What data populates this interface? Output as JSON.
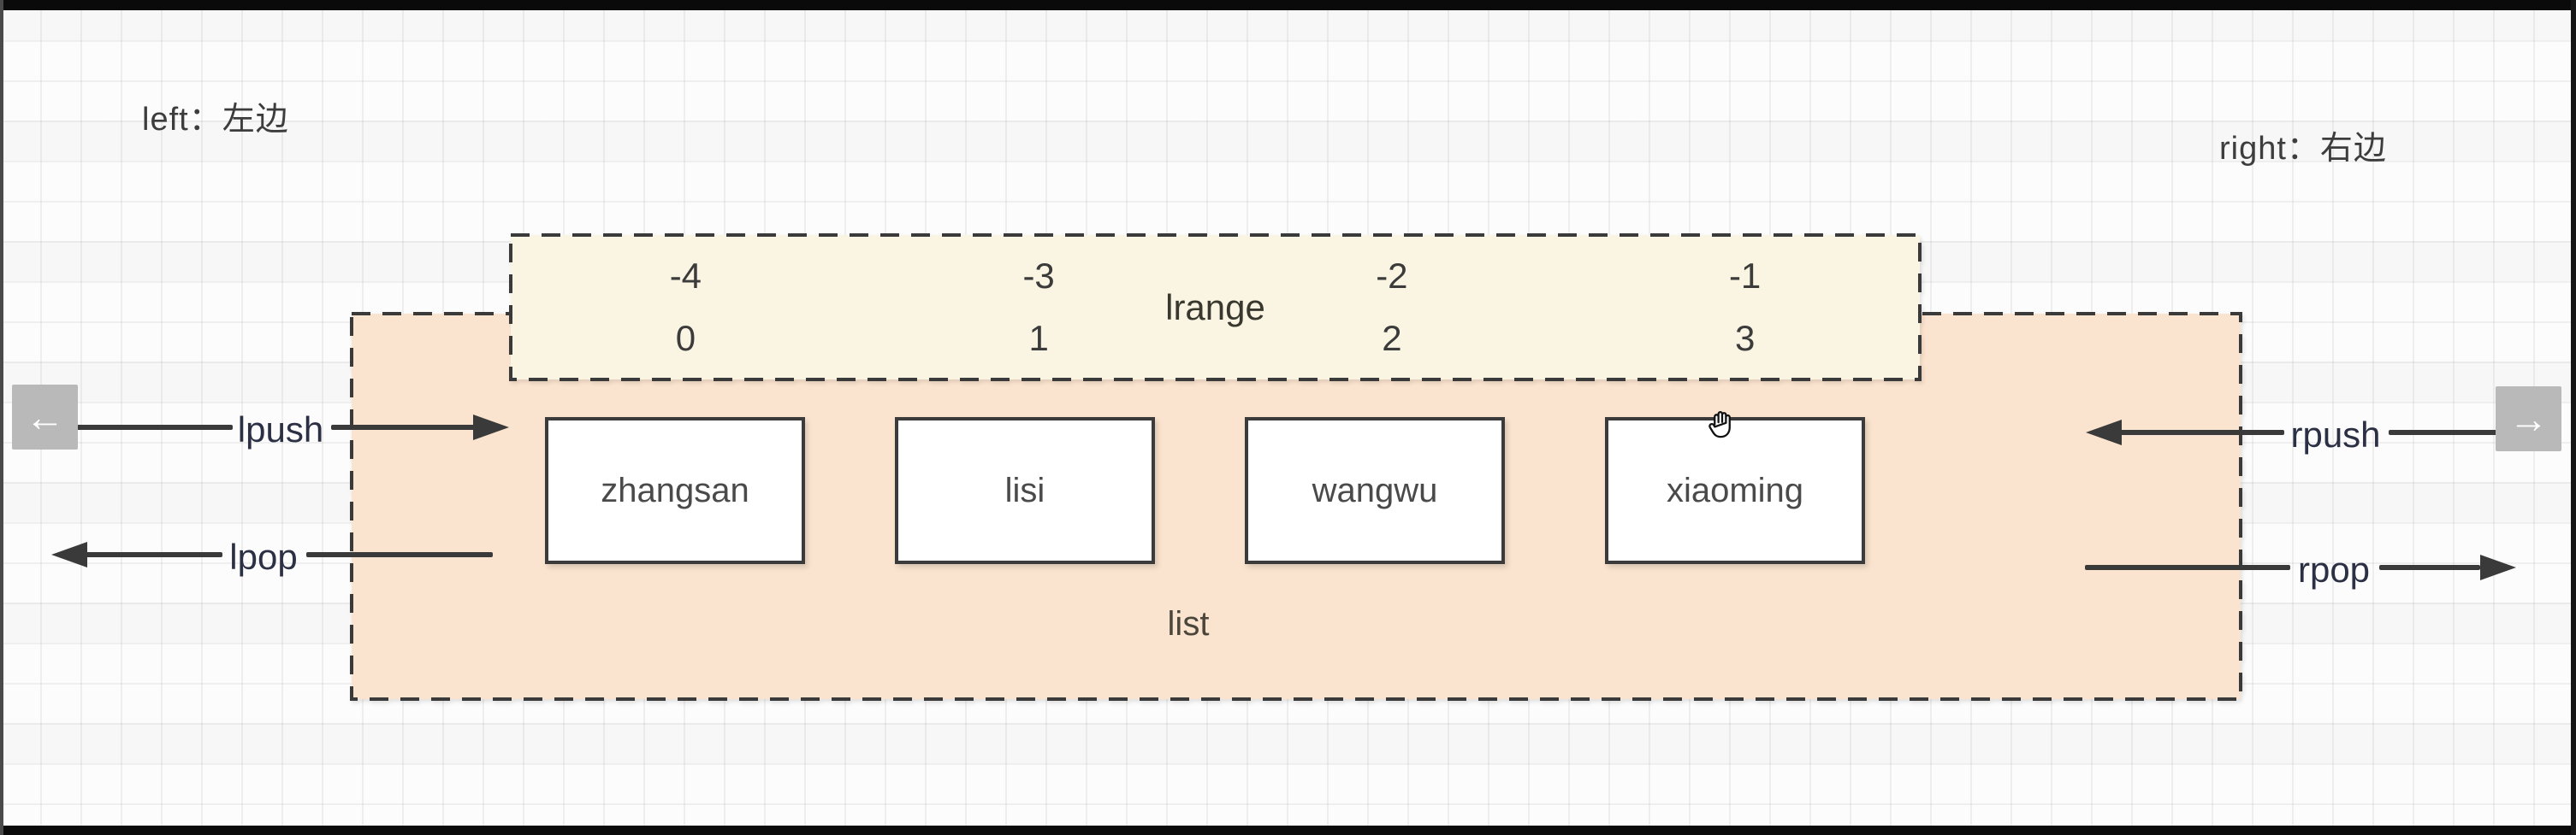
{
  "notes": {
    "left": "left：左边",
    "right": "right：右边"
  },
  "lrange": {
    "label": "lrange",
    "columns": [
      {
        "neg": "-4",
        "pos": "0"
      },
      {
        "neg": "-3",
        "pos": "1"
      },
      {
        "neg": "-2",
        "pos": "2"
      },
      {
        "neg": "-1",
        "pos": "3"
      }
    ]
  },
  "list": {
    "label": "list",
    "items": [
      "zhangsan",
      "lisi",
      "wangwu",
      "xiaoming"
    ]
  },
  "operations": {
    "lpush": "lpush",
    "lpop": "lpop",
    "rpush": "rpush",
    "rpop": "rpop"
  },
  "nav": {
    "prev": "←",
    "next": "→"
  },
  "colors": {
    "list_fill": "#fbe4cf",
    "range_fill": "#faf5e2",
    "stroke": "#3a3a3a"
  }
}
